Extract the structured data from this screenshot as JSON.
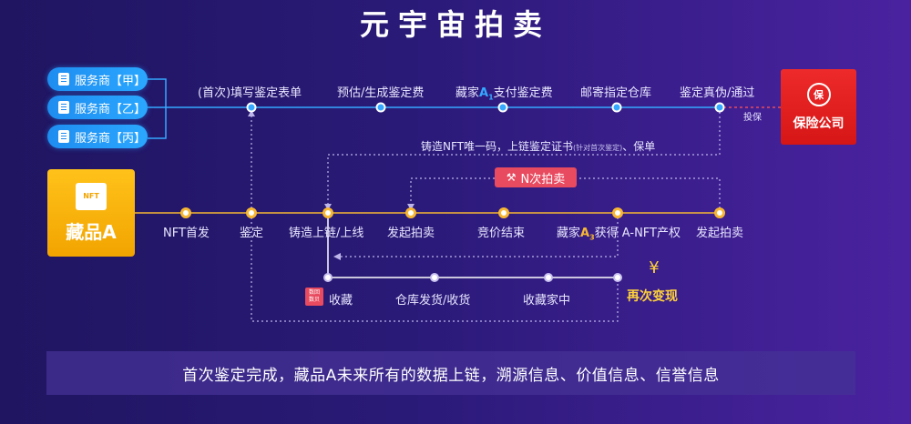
{
  "title": "元宇宙拍卖",
  "service_providers": [
    "服务商【甲】",
    "服务商【乙】",
    "服务商【丙】"
  ],
  "top_flow": {
    "steps": [
      "(首次)填写鉴定表单",
      "预估/生成鉴定费",
      "藏家",
      "支付鉴定费",
      "邮寄指定仓库",
      "鉴定真伪/通过"
    ],
    "collector_tag": "A",
    "collector_sub": "1"
  },
  "insurer": {
    "badge": "保",
    "label": "保险公司",
    "arrow_label": "投保"
  },
  "mint_label": "铸造NFT唯一码，上链鉴定证书",
  "mint_note": "(针对首次鉴定)",
  "mint_suffix": "、保单",
  "n_auction": "N次拍卖",
  "item": {
    "icon": "NFT",
    "label": "藏品A"
  },
  "main_flow": {
    "steps": [
      "NFT首发",
      "鉴定",
      "铸造上链/上线",
      "发起拍卖",
      "竞价结束",
      "藏家",
      "获得 A-NFT产权",
      "发起拍卖"
    ],
    "collector_tag": "A",
    "collector_sub": "3"
  },
  "bottom_flow": {
    "icon_text": [
      "数回",
      "数贝"
    ],
    "steps": [
      "收藏",
      "仓库发货/收货",
      "收藏家中"
    ],
    "again": "再次变现"
  },
  "footer": "首次鉴定完成，藏品A未来所有的数据上链，溯源信息、价值信息、信誉信息",
  "colors": {
    "blue": "#35a8ff",
    "yellow": "#f7b733",
    "red": "#e84a5f"
  }
}
